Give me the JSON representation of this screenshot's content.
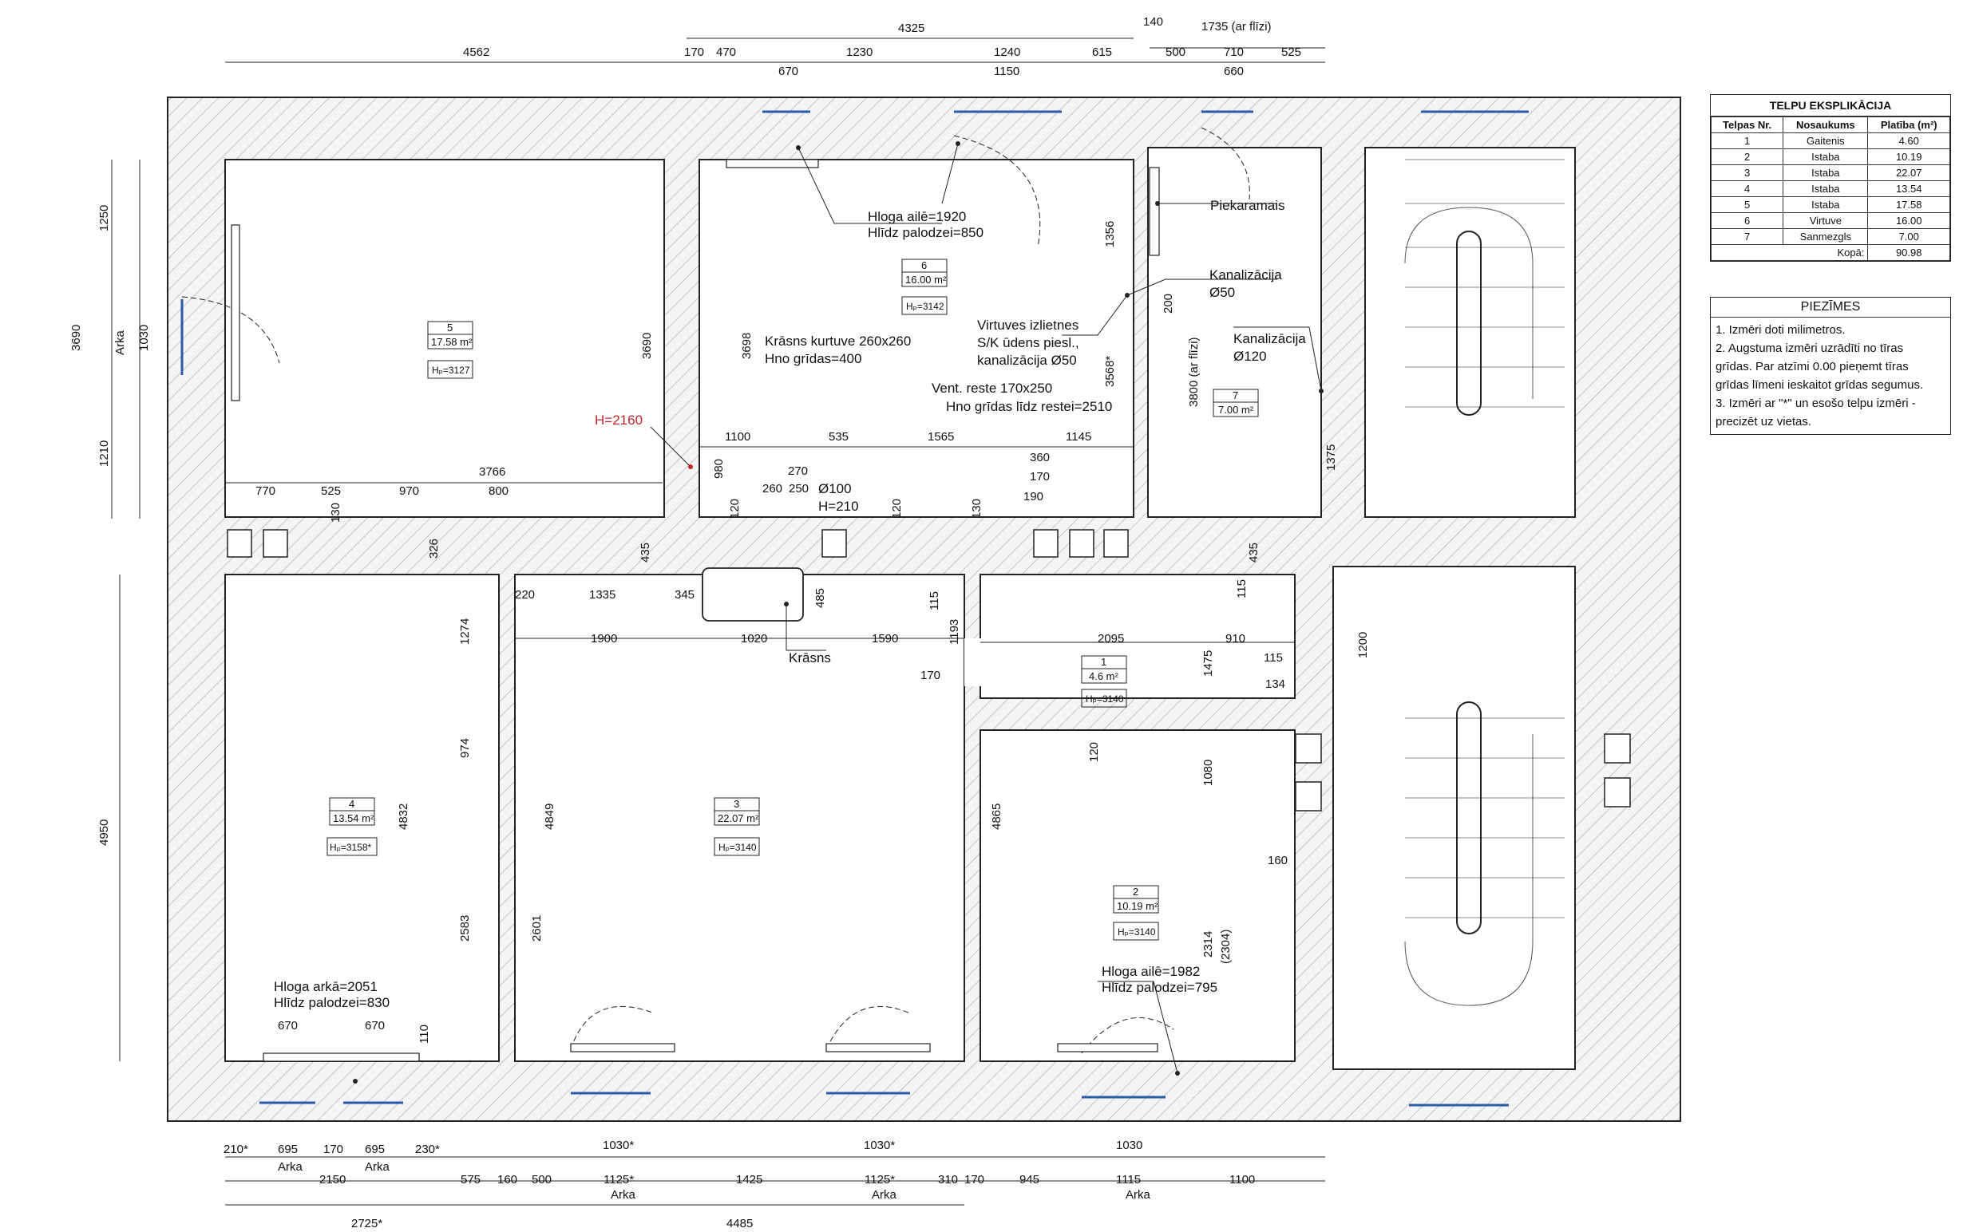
{
  "dims": {
    "top1": [
      "4562",
      "170",
      "470",
      "670",
      "1230",
      "1240",
      "1150",
      "615",
      "140",
      "500",
      "710",
      "660",
      "525"
    ],
    "top2": [
      "4325",
      "1735 (ar flīzi)"
    ],
    "left": [
      "1250",
      "3690",
      "Arka",
      "1030",
      "1210"
    ],
    "left2": "4950",
    "room5": [
      "3690",
      "3766",
      "770",
      "525",
      "970",
      "800",
      "130",
      "326"
    ],
    "room6": [
      "3698",
      "1356",
      "1100",
      "535",
      "1565",
      "1145",
      "980",
      "120",
      "260",
      "270",
      "250",
      "120",
      "130",
      "360",
      "170",
      "190",
      "3568*",
      "435"
    ],
    "room7": [
      "200",
      "3800 (ar flīzi)",
      "1375",
      "435",
      "115",
      "1200"
    ],
    "corr": [
      "220",
      "1335",
      "345",
      "485",
      "1900",
      "1020",
      "1590",
      "115",
      "1193",
      "170",
      "2095",
      "910",
      "1475",
      "115",
      "134",
      "120",
      "1080",
      "4865",
      "160"
    ],
    "room4": [
      "1274",
      "974",
      "4832",
      "2583",
      "4849",
      "2601",
      "670",
      "670",
      "110"
    ],
    "room2": [
      "2314",
      "(2304)"
    ],
    "bottom1": [
      "210*",
      "695",
      "170",
      "695",
      "230*",
      "1030*",
      "1030*",
      "1030"
    ],
    "arka": [
      "Arka",
      "Arka",
      "Arka",
      "Arka",
      "Arka"
    ],
    "bottom2": [
      "2150",
      "575",
      "160",
      "500",
      "1125*",
      "1425",
      "1125*",
      "310",
      "170",
      "945",
      "1115",
      "1100"
    ],
    "bottom3": [
      "2725*",
      "4485"
    ]
  },
  "rooms": [
    {
      "no": "5",
      "area": "17.58 m²",
      "h": "Hₚ=3127"
    },
    {
      "no": "6",
      "area": "16.00 m²",
      "h": "Hₚ=3142"
    },
    {
      "no": "7",
      "area": "7.00 m²",
      "h": ""
    },
    {
      "no": "1",
      "area": "4.6 m²",
      "h": "Hₚ=3140"
    },
    {
      "no": "4",
      "area": "13.54 m²",
      "h": "Hₚ=3158*"
    },
    {
      "no": "3",
      "area": "22.07 m²",
      "h": "Hₚ=3140"
    },
    {
      "no": "2",
      "area": "10.19 m²",
      "h": "Hₚ=3140"
    }
  ],
  "callouts": {
    "h2160": "H=2160",
    "win6_a": "Hloga ailē=1920",
    "win6_b": "Hlīdz palodzei=850",
    "piekaramais": "Piekaramais",
    "kanal1_a": "Kanalizācija",
    "kanal1_b": "Ø50",
    "kanal2_a": "Kanalizācija",
    "kanal2_b": "Ø120",
    "virtuves_a": "Virtuves izlietnes",
    "virtuves_b": "S/K ūdens piesl.,",
    "virtuves_c": "kanalizācija Ø50",
    "krasns_k_a": "Krāsns kurtuve 260x260",
    "krasns_k_b": "Hno grīdas=400",
    "vent_a": "Vent. reste 170x250",
    "vent_b": "Hno grīdas līdz restei=2510",
    "d100": "Ø100",
    "h210": "H=210",
    "krasns": "Krāsns",
    "win4_a": "Hloga arkā=2051",
    "win4_b": "Hlīdz palodzei=830",
    "win2_a": "Hloga ailē=1982",
    "win2_b": "Hlīdz palodzei=795"
  },
  "explication": {
    "title": "TELPU EKSPLIKĀCIJA",
    "headers": [
      "Telpas Nr.",
      "Nosaukums",
      "Platība (m²)"
    ],
    "rows": [
      [
        "1",
        "Gaitenis",
        "4.60"
      ],
      [
        "2",
        "Istaba",
        "10.19"
      ],
      [
        "3",
        "Istaba",
        "22.07"
      ],
      [
        "4",
        "Istaba",
        "13.54"
      ],
      [
        "5",
        "Istaba",
        "17.58"
      ],
      [
        "6",
        "Virtuve",
        "16.00"
      ],
      [
        "7",
        "Sanmezgls",
        "7.00"
      ]
    ],
    "total_label": "Kopā:",
    "total_value": "90.98"
  },
  "notes": {
    "title": "PIEZĪMES",
    "lines": [
      "1. Izmēri doti milimetros.",
      "2. Augstuma izmēri uzrādīti no tīras",
      "grīdas. Par atzīmi 0.00 pieņemt tīras",
      "grīdas līmeni ieskaitot grīdas segumus.",
      "3. Izmēri ar \"*\" un esošo telpu izmēri -",
      "precizēt uz vietas."
    ]
  }
}
